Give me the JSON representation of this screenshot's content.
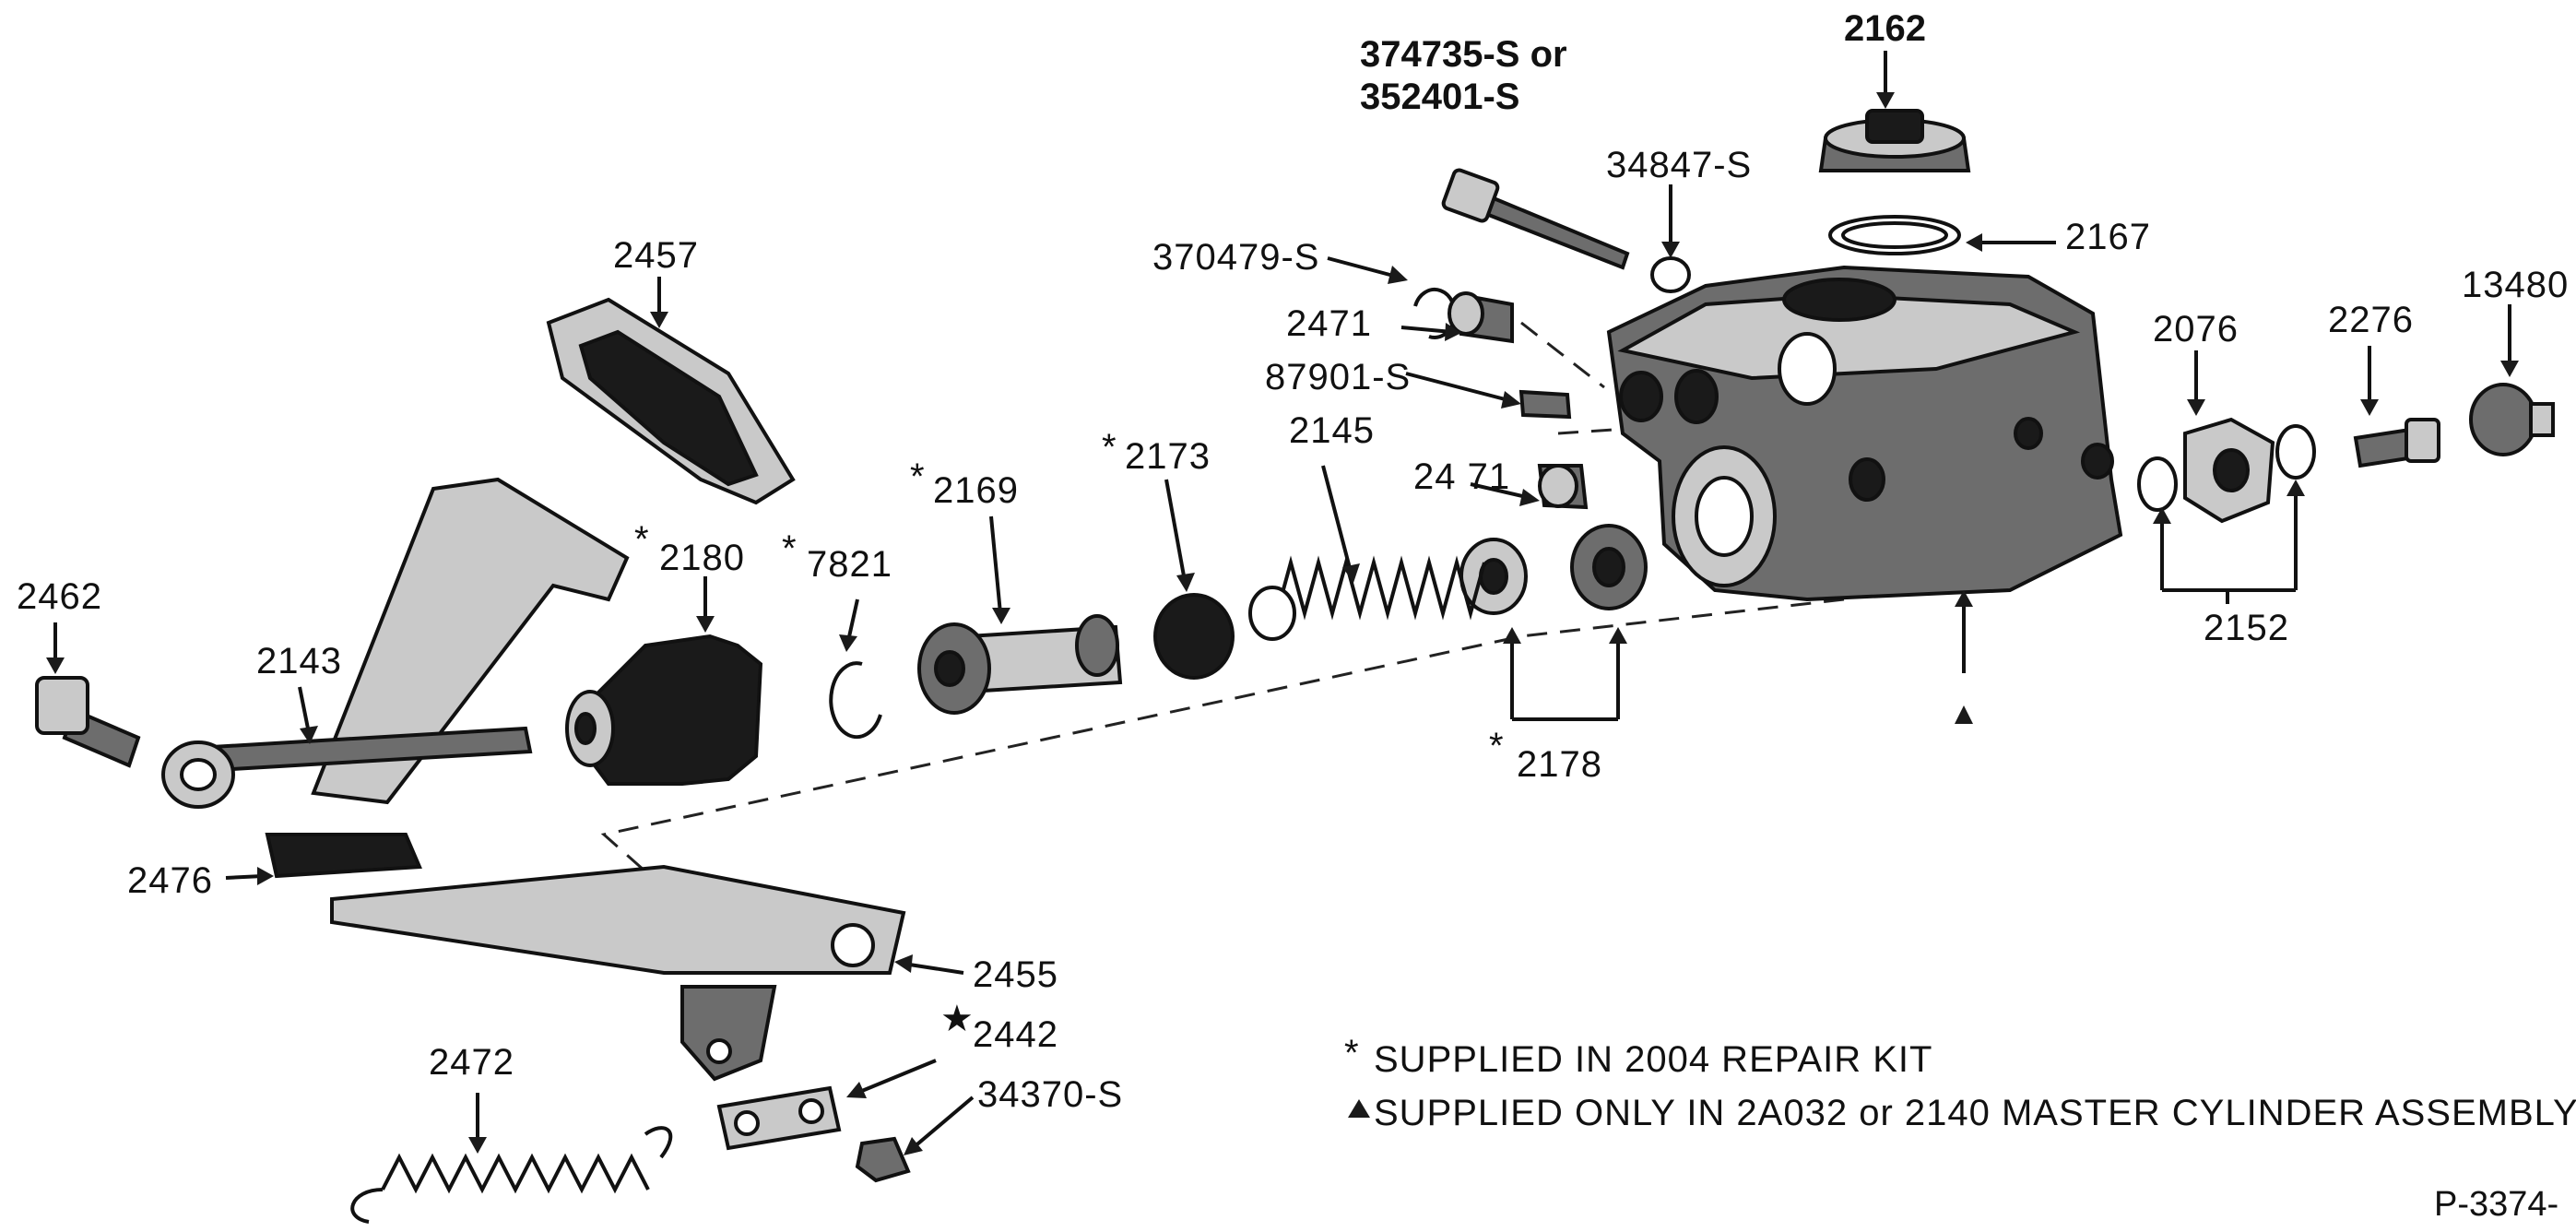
{
  "labels": {
    "l2162": "2162",
    "l374735": "374735-S or",
    "l352401": "352401-S",
    "l34847": "34847-S",
    "l2167": "2167",
    "l370479": "370479-S",
    "l2471a": "2471",
    "l87901": "87901-S",
    "l2471b": "24 71",
    "l2145": "2145",
    "l2173": "2173",
    "l2169": "2169",
    "l7821": "7821",
    "l2180": "2180",
    "l2457": "2457",
    "l2462": "2462",
    "l2143": "2143",
    "l2476": "2476",
    "l2455": "2455",
    "l2442": "2442",
    "l2472": "2472",
    "l34370": "34370-S",
    "l2178": "2178",
    "l2076": "2076",
    "l2276": "2276",
    "l13480": "13480",
    "l2152": "2152"
  },
  "notes": {
    "kit_note": "SUPPLIED IN 2004 REPAIR KIT",
    "assembly_note": "SUPPLIED ONLY IN 2A032 or 2140 MASTER CYLINDER ASSEMBLY"
  },
  "ref_code": "P-3374-"
}
